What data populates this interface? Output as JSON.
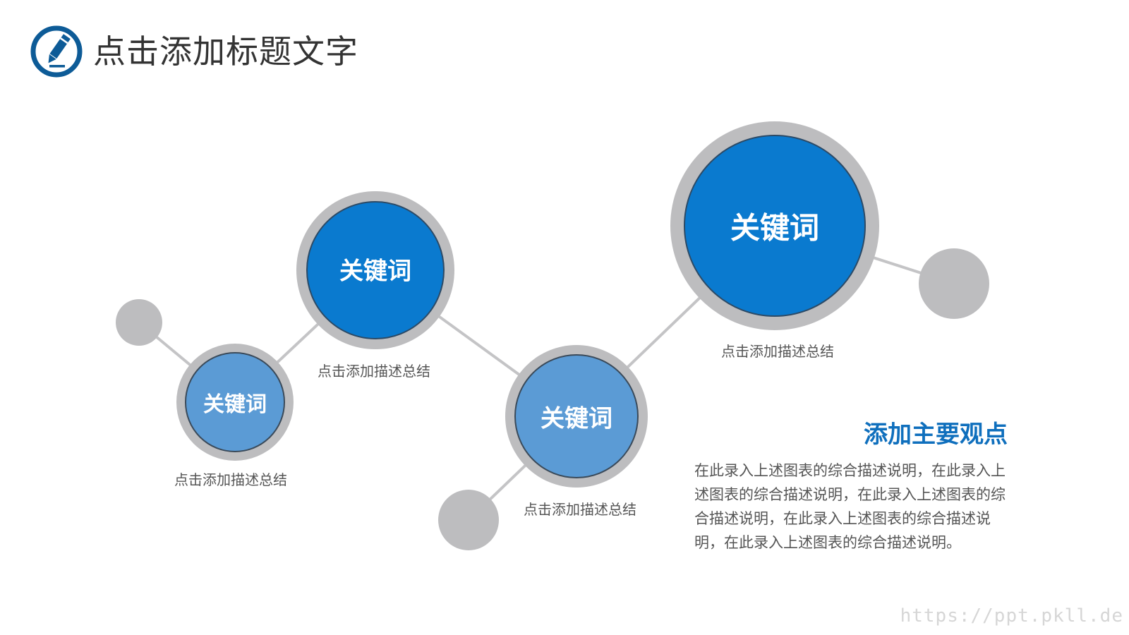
{
  "header": {
    "title": "点击添加标题文字",
    "icon": "pencil-circle-icon"
  },
  "colors": {
    "dark_blue": "#0a7acf",
    "light_blue": "#5b9bd5",
    "ring_grey": "#bdbdbf",
    "line_grey": "#c4c4c6",
    "heading_blue": "#0f6fbd"
  },
  "nodes": [
    {
      "label": "关键词",
      "caption": "点击添加描述总结"
    },
    {
      "label": "关键词",
      "caption": "点击添加描述总结"
    },
    {
      "label": "关键词",
      "caption": "点击添加描述总结"
    },
    {
      "label": "关键词",
      "caption": "点击添加描述总结"
    }
  ],
  "main_point": {
    "heading": "添加主要观点",
    "body": "在此录入上述图表的综合描述说明，在此录入上述图表的综合描述说明，在此录入上述图表的综合描述说明，在此录入上述图表的综合描述说明，在此录入上述图表的综合描述说明。"
  },
  "watermark": "https://ppt.pkll.de"
}
